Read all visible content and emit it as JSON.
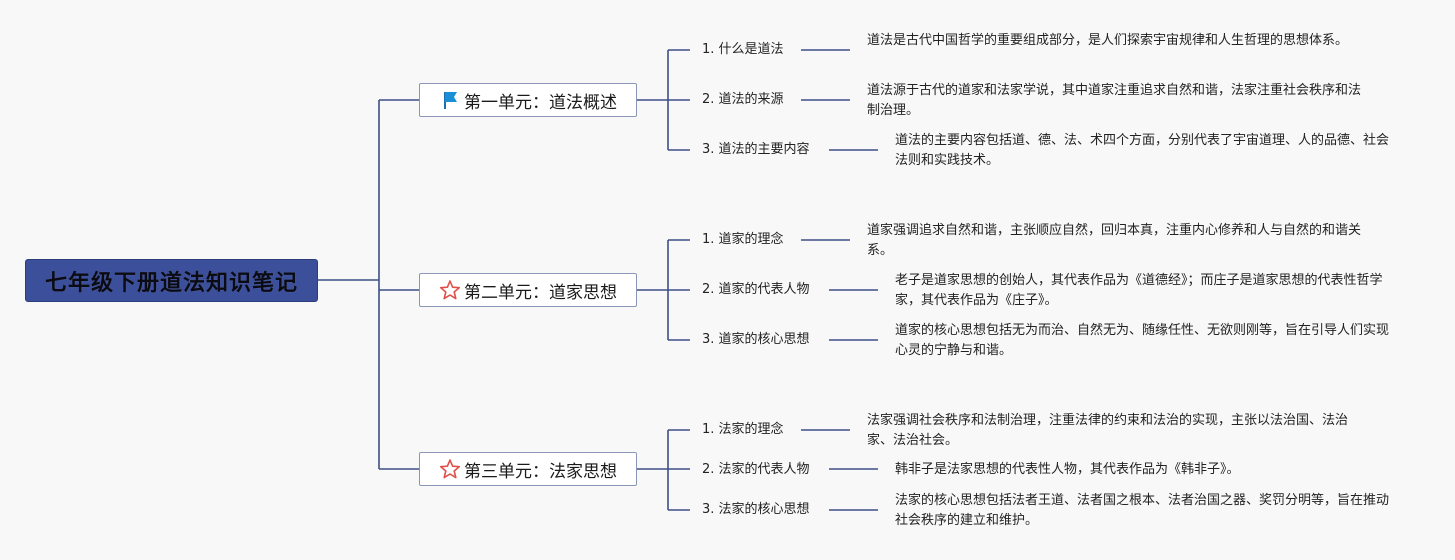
{
  "root": {
    "title": "七年级下册道法知识笔记"
  },
  "units": [
    {
      "label": "第一单元：道法概述",
      "icon": "blue-flag-icon",
      "topics": [
        {
          "label": "1. 什么是道法",
          "desc": "道法是古代中国哲学的重要组成部分，是人们探索宇宙规律和人生哲理的思想体系。"
        },
        {
          "label": "2. 道法的来源",
          "desc": "道法源于古代的道家和法家学说，其中道家注重追求自然和谐，法家注重社会秩序和法制治理。"
        },
        {
          "label": "3. 道法的主要内容",
          "desc": "道法的主要内容包括道、德、法、术四个方面，分别代表了宇宙道理、人的品德、社会法则和实践技术。"
        }
      ]
    },
    {
      "label": "第二单元：道家思想",
      "icon": "red-star-icon",
      "topics": [
        {
          "label": "1. 道家的理念",
          "desc": "道家强调追求自然和谐，主张顺应自然，回归本真，注重内心修养和人与自然的和谐关系。"
        },
        {
          "label": "2. 道家的代表人物",
          "desc": "老子是道家思想的创始人，其代表作品为《道德经》；而庄子是道家思想的代表性哲学家，其代表作品为《庄子》。"
        },
        {
          "label": "3. 道家的核心思想",
          "desc": "道家的核心思想包括无为而治、自然无为、随缘任性、无欲则刚等，旨在引导人们实现心灵的宁静与和谐。"
        }
      ]
    },
    {
      "label": "第三单元：法家思想",
      "icon": "red-star-icon",
      "topics": [
        {
          "label": "1. 法家的理念",
          "desc": "法家强调社会秩序和法制治理，注重法律的约束和法治的实现，主张以法治国、法治家、法治社会。"
        },
        {
          "label": "2. 法家的代表人物",
          "desc": "韩非子是法家思想的代表性人物，其代表作品为《韩非子》。"
        },
        {
          "label": "3. 法家的核心思想",
          "desc": "法家的核心思想包括法者王道、法者国之根本、法者治国之器、奖罚分明等，旨在推动社会秩序的建立和维护。"
        }
      ]
    }
  ],
  "colors": {
    "connector": "#3d4f86",
    "root_fill": "#3c4f9a",
    "flag": "#1a8fd6",
    "star": "#e0504a"
  }
}
